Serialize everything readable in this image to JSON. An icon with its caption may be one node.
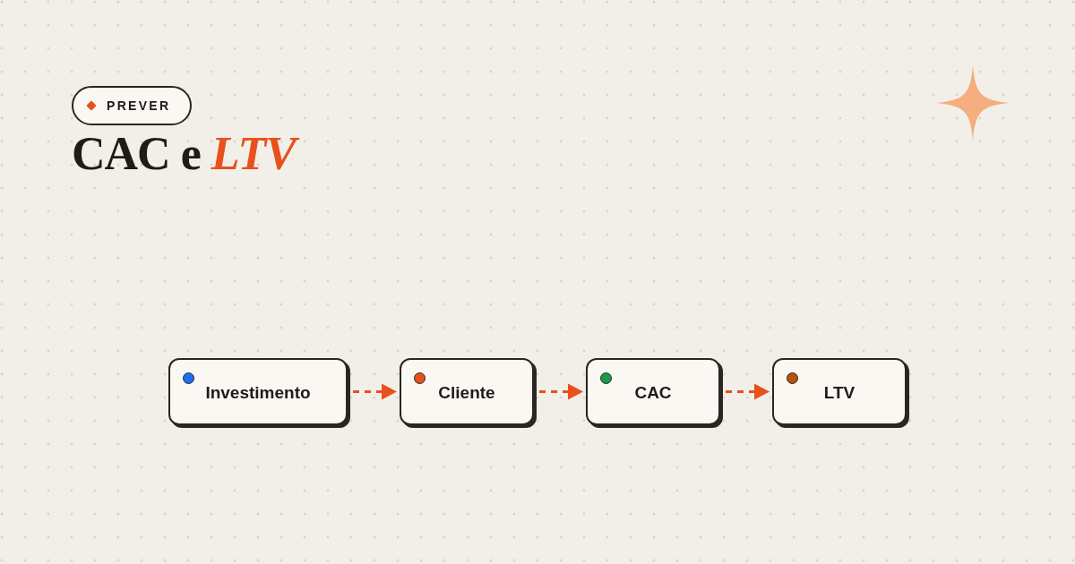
{
  "diagram": {
    "title": "CAC e *LTV*",
    "nodes": [
      {
        "text": [
          "PREVER"
        ]
      },
      {
        "text": [
          "Investimento"
        ]
      },
      {
        "text": [
          "Cliente"
        ]
      },
      {
        "text": [
          "CAC"
        ]
      },
      {
        "text": [
          "LTV"
        ]
      }
    ],
    "edges": [
      {
        "from": 1,
        "to": 2,
        "arrow": "to",
        "style": "dashed"
      },
      {
        "from": 2,
        "to": 3,
        "arrow": "to",
        "style": "dashed"
      },
      {
        "from": 3,
        "to": 4,
        "arrow": "to",
        "style": "dashed"
      }
    ]
  }
}
